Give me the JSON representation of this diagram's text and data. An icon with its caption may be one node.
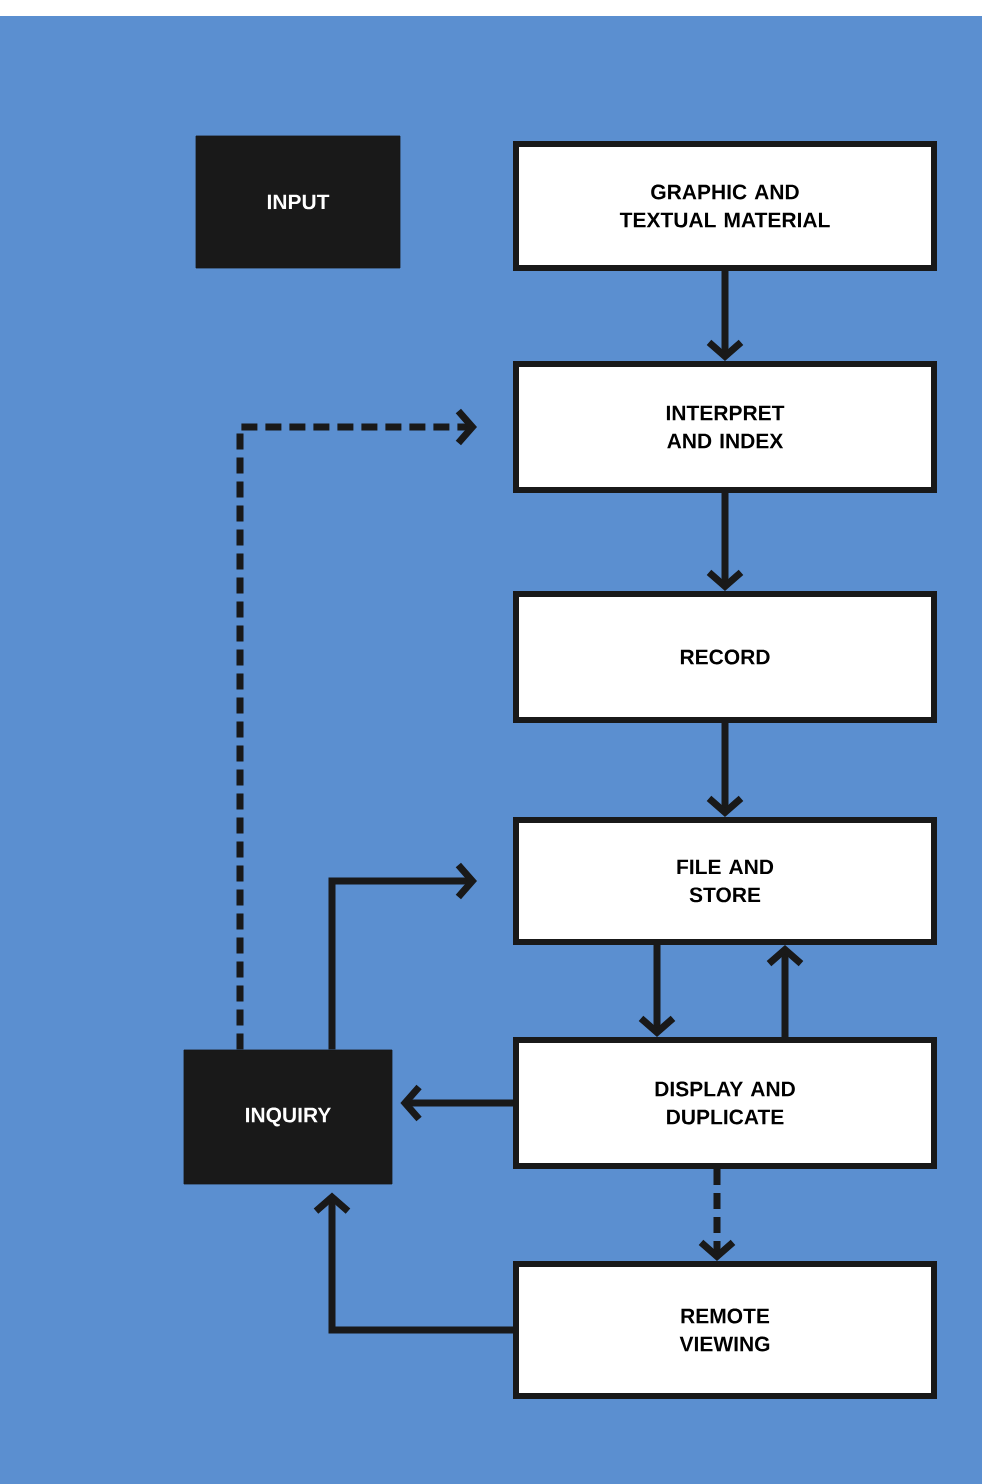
{
  "diagram": {
    "nodes": [
      {
        "text": [
          "INPUT"
        ]
      },
      {
        "text": [
          "GRAPHIC AND TEXTUAL MATERIAL"
        ]
      },
      {
        "text": [
          "INTERPRET AND INDEX"
        ]
      },
      {
        "text": [
          "RECORD"
        ]
      },
      {
        "text": [
          "FILE AND STORE"
        ]
      },
      {
        "text": [
          "INQUIRY"
        ]
      },
      {
        "text": [
          "DISPLAY AND DUPLICATE"
        ]
      },
      {
        "text": [
          "REMOTE VIEWING"
        ]
      }
    ],
    "edges": [
      {
        "from": 1,
        "to": 2,
        "arrow": "to"
      },
      {
        "from": 2,
        "to": 3,
        "arrow": "to"
      },
      {
        "from": 3,
        "to": 4,
        "arrow": "to"
      },
      {
        "from": 4,
        "to": 6,
        "arrow": "to"
      },
      {
        "from": 6,
        "to": 4,
        "arrow": "to"
      },
      {
        "from": 5,
        "to": 2,
        "arrow": "to",
        "style": "dashed"
      },
      {
        "from": 5,
        "to": 4,
        "arrow": "to"
      },
      {
        "from": 6,
        "to": 5,
        "arrow": "to"
      },
      {
        "from": 6,
        "to": 7,
        "arrow": "to",
        "style": "dashed"
      },
      {
        "from": 7,
        "to": 5,
        "arrow": "to"
      }
    ]
  }
}
